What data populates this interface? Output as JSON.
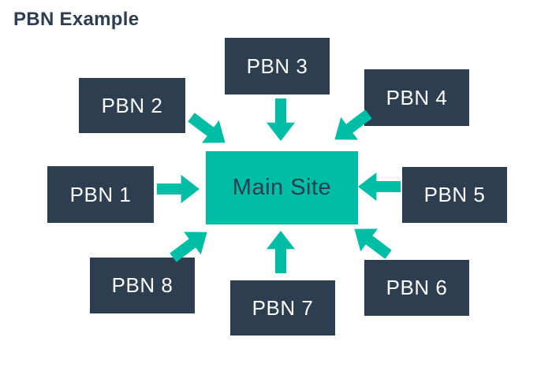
{
  "title": "PBN Example",
  "colors": {
    "navy": "#2d3e50",
    "teal": "#00bda5",
    "node_text": "#ffffff",
    "background": "#ffffff"
  },
  "main_site": {
    "label": "Main Site"
  },
  "nodes": [
    {
      "label": "PBN 1",
      "position": "left",
      "arrow_direction": "right"
    },
    {
      "label": "PBN 2",
      "position": "top-left",
      "arrow_direction": "down-right"
    },
    {
      "label": "PBN 3",
      "position": "top",
      "arrow_direction": "down"
    },
    {
      "label": "PBN 4",
      "position": "top-right",
      "arrow_direction": "down-left"
    },
    {
      "label": "PBN 5",
      "position": "right",
      "arrow_direction": "left"
    },
    {
      "label": "PBN 6",
      "position": "bottom-right",
      "arrow_direction": "up-left"
    },
    {
      "label": "PBN 7",
      "position": "bottom",
      "arrow_direction": "up"
    },
    {
      "label": "PBN 8",
      "position": "bottom-left",
      "arrow_direction": "up-right"
    }
  ]
}
